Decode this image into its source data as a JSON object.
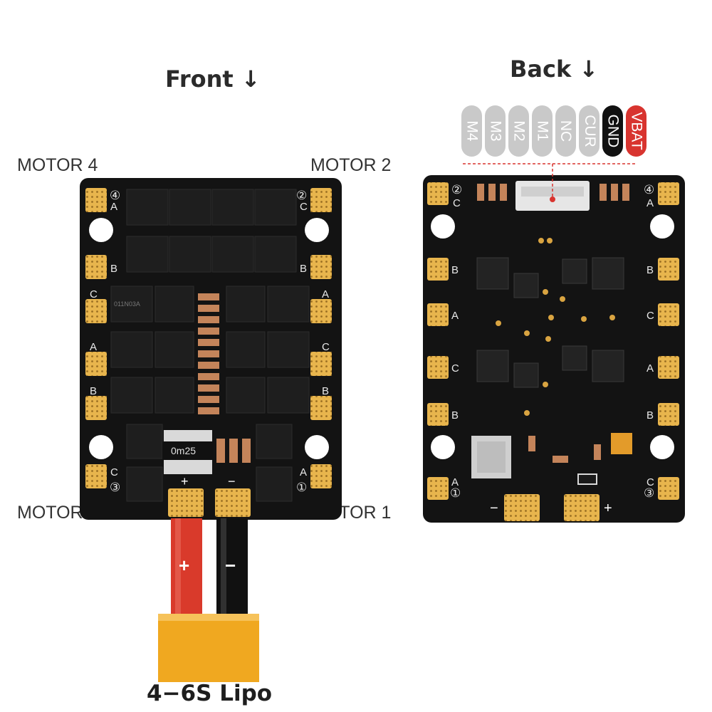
{
  "front": {
    "heading": "Front ↓"
  },
  "back": {
    "heading": "Back ↓",
    "pins": [
      {
        "label": "M4",
        "color": "#c9c9c9"
      },
      {
        "label": "M3",
        "color": "#c9c9c9"
      },
      {
        "label": "M2",
        "color": "#c9c9c9"
      },
      {
        "label": "M1",
        "color": "#c9c9c9"
      },
      {
        "label": "NC",
        "color": "#c9c9c9"
      },
      {
        "label": "CUR",
        "color": "#c9c9c9"
      },
      {
        "label": "GND",
        "color": "#111111"
      },
      {
        "label": "VBAT",
        "color": "#d8342f"
      }
    ]
  },
  "motors": {
    "motor4": "MOTOR 4",
    "motor2": "MOTOR 2",
    "motor3": "MOTOR 3",
    "motor1": "MOTOR 1"
  },
  "pad_letters": {
    "a": "A",
    "b": "B",
    "c": "C"
  },
  "pad_numbers": {
    "n1": "①",
    "n2": "②",
    "n3": "③",
    "n4": "④"
  },
  "polarity": {
    "plus": "+",
    "minus": "−"
  },
  "resistor_marking": "0m25",
  "chip_marking": "011N03A",
  "battery": {
    "label": "4−6S Lipo",
    "wire_plus": "+",
    "wire_minus": "−"
  },
  "colors": {
    "board": "#131313",
    "pad_gold": "#e8b54d",
    "wire_red": "#d93a2b",
    "wire_black": "#111111",
    "connector": "#f0a820",
    "vbat_red": "#d8342f"
  }
}
